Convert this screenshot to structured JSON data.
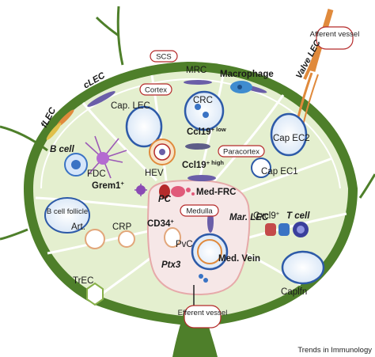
{
  "labels": {
    "scs": "SCS",
    "mrc": "MRC",
    "macrophage": "Macrophage",
    "valve_lec": "Valve LEC",
    "afferent_vessel": "Afferent vessel",
    "clec": "cLEC",
    "flec": "fLEC",
    "cortex": "Cortex",
    "cap_lec": "Cap. LEC",
    "crc": "CRC",
    "ccl19_low": "Ccl19",
    "ccl19_low_sup": "+ low",
    "b_cell": "B cell",
    "fdc": "FDC",
    "hev": "HEV",
    "paracortex": "Paracortex",
    "cap_ec2": "Cap EC2",
    "ccl19_high": "Ccl19",
    "ccl19_high_sup": "+ high",
    "cap_ec1": "Cap EC1",
    "grem1": "Grem1",
    "grem1_sup": "+",
    "pc": "PC",
    "med_frc": "Med-FRC",
    "medulla": "Medulla",
    "b_cell_follicle": "B cell follicle",
    "art": "Art.",
    "crp": "CRP",
    "cd34": "CD34",
    "cd34_sup": "+",
    "mar_lec": "Mar. LEC",
    "cxcl9": "Cxcl9",
    "cxcl9_sup": "+",
    "t_cell": "T cell",
    "pvc": "PvC",
    "ptx3": "Ptx3",
    "med_vein": "Med. Vein",
    "trec": "TrEC",
    "caplfn": "Caplfn",
    "efferent_vessel": "Efferent vessel"
  },
  "footer": "Trends in Immunology",
  "colors": {
    "capsule": "#4e7f2a",
    "parenchyma": "#e4efcf",
    "septa": "#ffffff",
    "box_border": "#b52a2a",
    "lec_purple": "#6a5ea8",
    "valve_orange": "#e08a3c",
    "cell_blue": "#3a73c4",
    "frc_pink": "#f0c7c7"
  }
}
